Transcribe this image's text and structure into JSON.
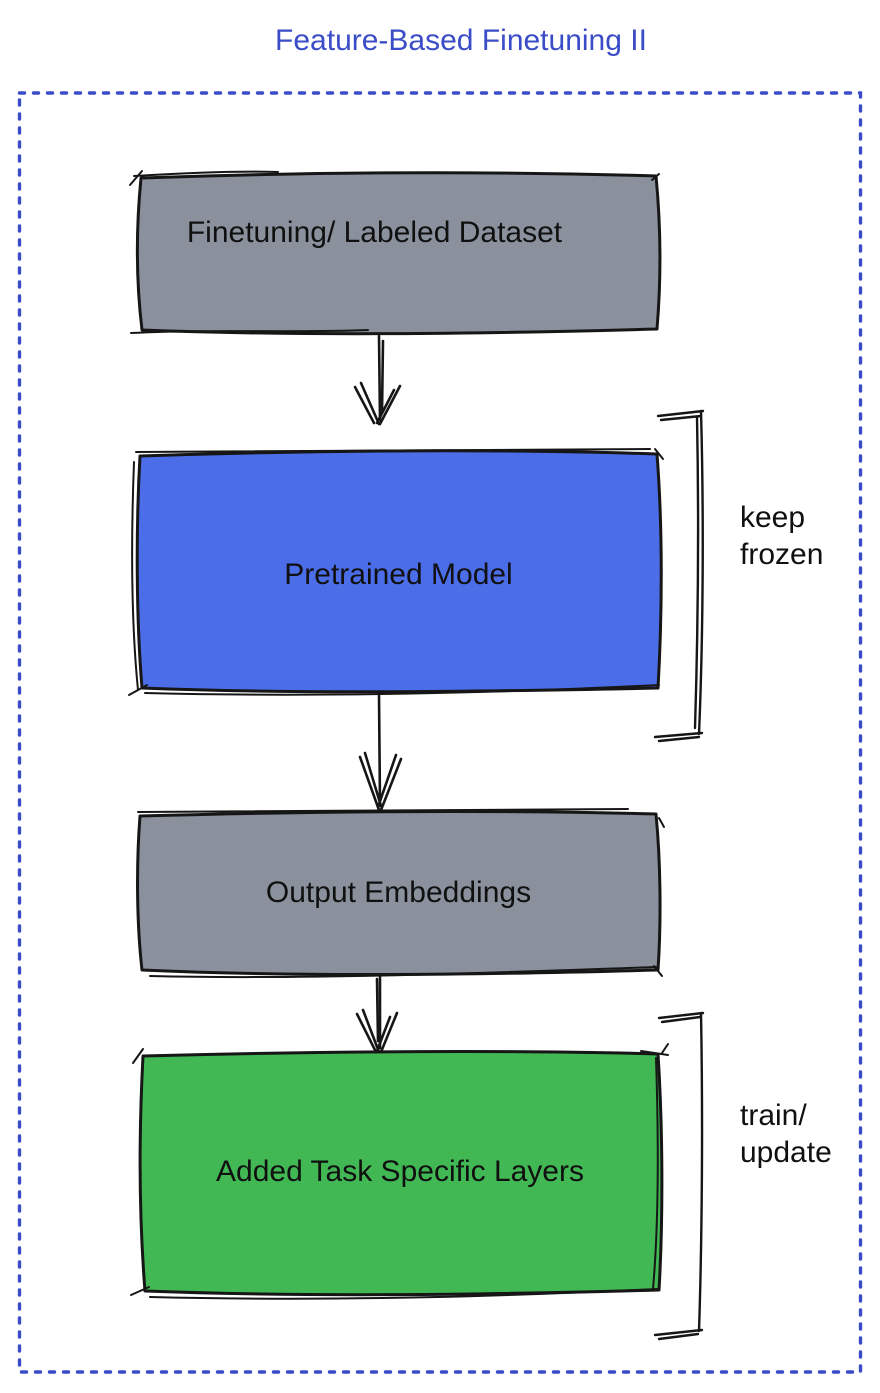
{
  "title": "Feature-Based Finetuning II",
  "nodes": [
    {
      "id": "finetuning-dataset",
      "label": "Finetuning/ Labeled Dataset",
      "fill": "#8a919d"
    },
    {
      "id": "pretrained-model",
      "label": "Pretrained Model",
      "fill": "#4b6ee8"
    },
    {
      "id": "output-embeddings",
      "label": "Output Embeddings",
      "fill": "#8a919d"
    },
    {
      "id": "task-specific-layers",
      "label": "Added Task Specific Layers",
      "fill": "#41b854"
    }
  ],
  "annotations": [
    {
      "id": "keep-frozen",
      "line1": "keep",
      "line2": "frozen"
    },
    {
      "id": "train-update",
      "line1": "train/",
      "line2": "update"
    }
  ],
  "colors": {
    "title_text": "#3a4cc7",
    "frame_dotted": "#3a4cc7",
    "box_stroke": "#161616",
    "label_text": "#101010"
  }
}
